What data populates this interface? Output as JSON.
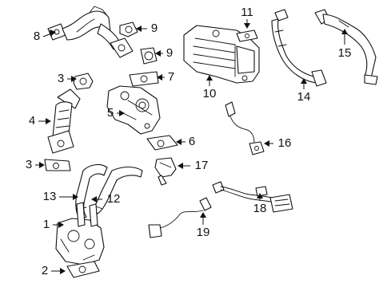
{
  "callouts": [
    {
      "id": "1",
      "text": "1"
    },
    {
      "id": "2",
      "text": "2"
    },
    {
      "id": "3a",
      "text": "3"
    },
    {
      "id": "3b",
      "text": "3"
    },
    {
      "id": "4",
      "text": "4"
    },
    {
      "id": "5",
      "text": "5"
    },
    {
      "id": "6",
      "text": "6"
    },
    {
      "id": "7",
      "text": "7"
    },
    {
      "id": "8",
      "text": "8"
    },
    {
      "id": "9a",
      "text": "9"
    },
    {
      "id": "9b",
      "text": "9"
    },
    {
      "id": "10",
      "text": "10"
    },
    {
      "id": "11",
      "text": "11"
    },
    {
      "id": "12",
      "text": "12"
    },
    {
      "id": "13",
      "text": "13"
    },
    {
      "id": "14",
      "text": "14"
    },
    {
      "id": "15",
      "text": "15"
    },
    {
      "id": "16",
      "text": "16"
    },
    {
      "id": "17",
      "text": "17"
    },
    {
      "id": "18",
      "text": "18"
    },
    {
      "id": "19",
      "text": "19"
    }
  ]
}
